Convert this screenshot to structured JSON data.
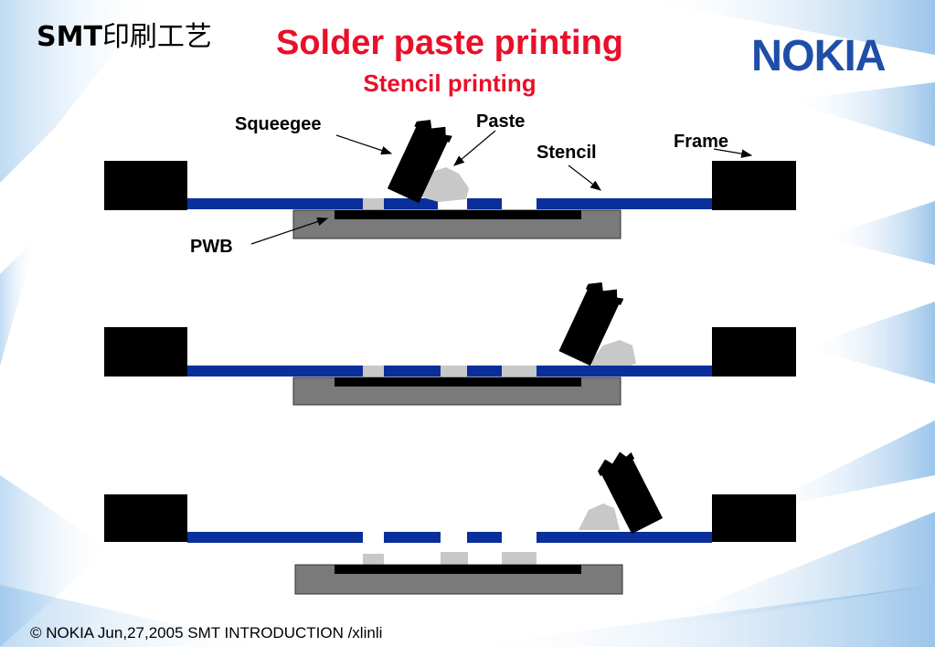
{
  "slide": {
    "corner_title_latin": "SMT",
    "corner_title_cjk": "印刷工艺",
    "title": "Solder paste printing",
    "subtitle": "Stencil printing",
    "logo_text": "NOKIA",
    "footer": "© NOKIA Jun,27,2005 SMT INTRODUCTION /xlinli"
  },
  "labels": {
    "squeegee": "Squeegee",
    "paste": "Paste",
    "stencil": "Stencil",
    "frame": "Frame",
    "pwb": "PWB"
  },
  "colors": {
    "title_red": "#e8102a",
    "logo_blue": "#1f4ea8",
    "stencil_blue": "#0a2f9a",
    "frame_black": "#000000",
    "pwb_gray": "#7a7a7a",
    "paste_gray": "#c8c8c8"
  }
}
